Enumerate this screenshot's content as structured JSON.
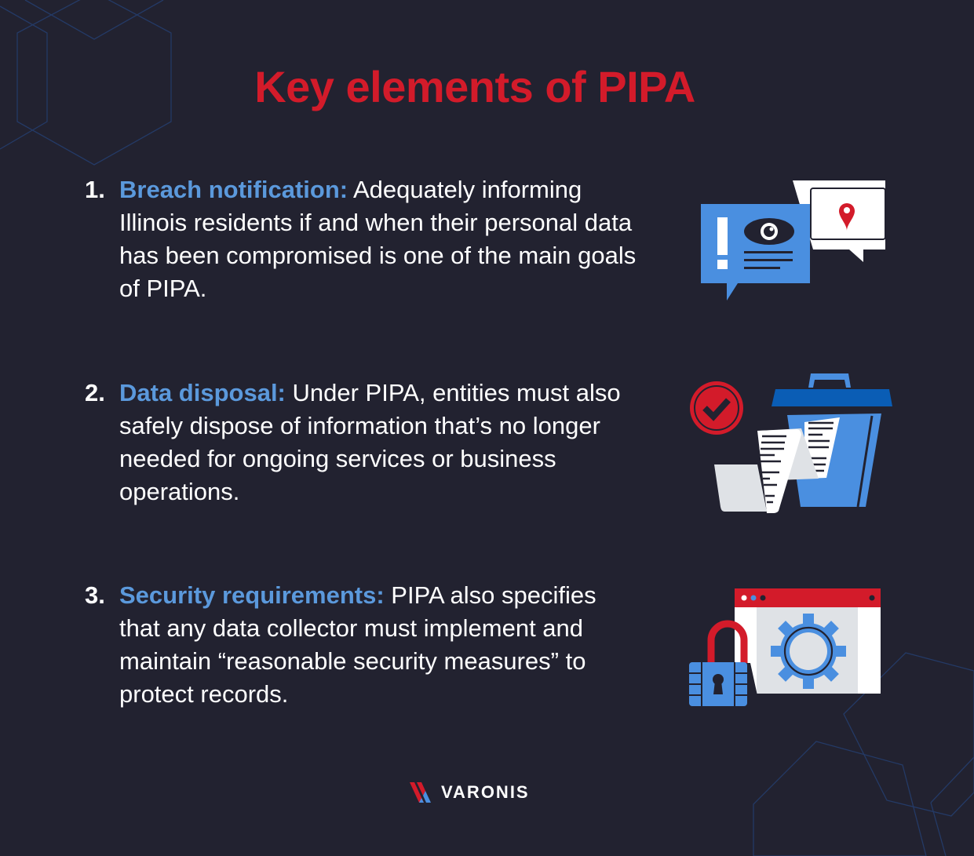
{
  "title": "Key elements of PIPA",
  "colors": {
    "background": "#222230",
    "title": "#d31b2a",
    "heading": "#5b99dc",
    "body_text": "#ffffff",
    "accent_blue": "#4a8fe0",
    "dark_blue": "#0a5db5",
    "red": "#d31b2a",
    "light_gray": "#dfe2e6"
  },
  "items": [
    {
      "number": "1.",
      "heading": "Breach notification:",
      "body": " Adequately informing Illinois residents if and when their personal data has been compromised is one of the main goals of PIPA.",
      "icon": "speech-bubbles-alert-eye-location-icon"
    },
    {
      "number": "2.",
      "heading": "Data disposal:",
      "body": " Under PIPA, entities must also safely dispose of information that’s no longer needed for ongoing services or business operations.",
      "icon": "trash-can-documents-checkmark-icon"
    },
    {
      "number": "3.",
      "heading": "Security requirements:",
      "body": " PIPA also specifies that any data collector must implement and maintain “reasonable security measures” to protect records.",
      "icon": "padlock-browser-gear-icon"
    }
  ],
  "logo": {
    "text": "VARONIS"
  }
}
